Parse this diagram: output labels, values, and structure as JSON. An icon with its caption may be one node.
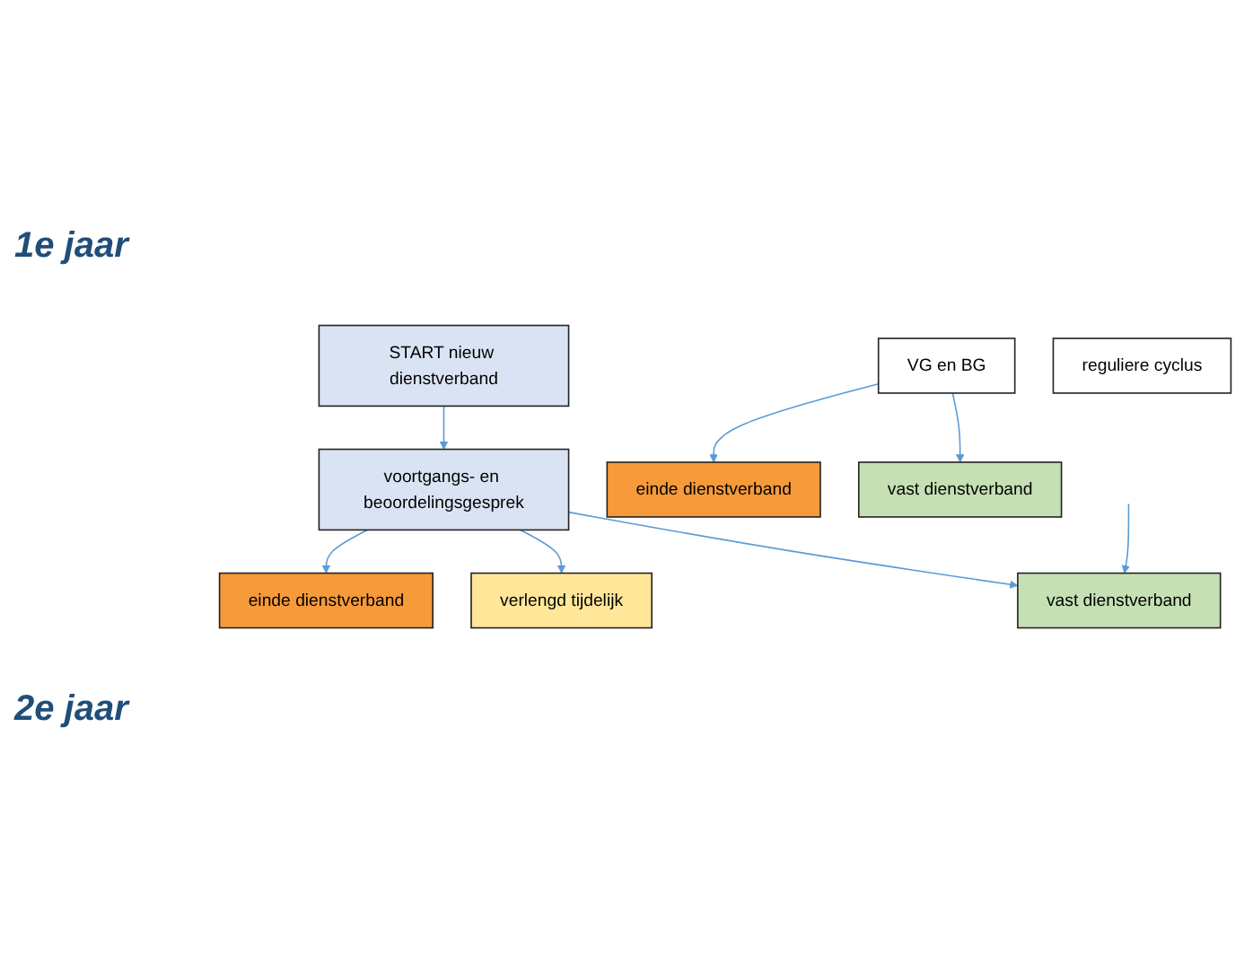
{
  "diagram": {
    "nodes": [
      {
        "text": [
          "START nieuw dienstverband"
        ]
      },
      {
        "text": [
          "voortgangs- en beoordelingsgesprek"
        ]
      },
      {
        "text": [
          "einde dienstverband"
        ]
      },
      {
        "text": [
          "verlengd tijdelijk"
        ]
      },
      {
        "text": [
          "vast dienstverband"
        ]
      },
      {
        "text": [
          "VG en BG"
        ]
      },
      {
        "text": [
          "reguliere cyclus"
        ]
      },
      {
        "text": [
          "einde dienstverband"
        ]
      },
      {
        "text": [
          "vast dienstverband"
        ]
      }
    ],
    "edges": [
      {
        "from": 0,
        "to": 1,
        "arrow": "to"
      },
      {
        "from": 1,
        "to": 2,
        "arrow": "to"
      },
      {
        "from": 1,
        "to": 3,
        "arrow": "to"
      },
      {
        "from": 1,
        "to": 4,
        "arrow": "to"
      },
      {
        "from": null,
        "to": 4,
        "arrow": "to"
      },
      {
        "from": 5,
        "to": 7,
        "arrow": "to"
      },
      {
        "from": 5,
        "to": 8,
        "arrow": "to"
      }
    ],
    "labels": [
      "1e jaar",
      "2e jaar"
    ]
  }
}
